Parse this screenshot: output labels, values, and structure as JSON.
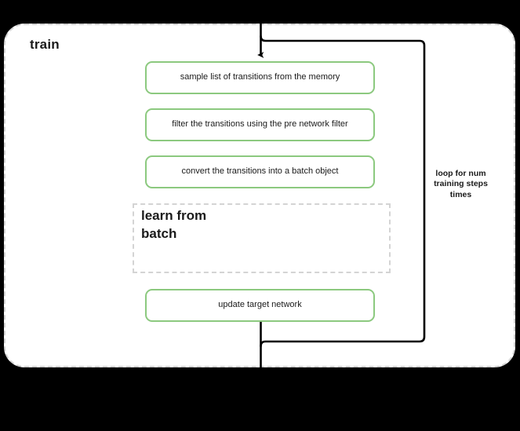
{
  "diagram": {
    "title": "train",
    "background_color": "#000000",
    "container": {
      "fill": "#ffffff",
      "border_color": "#d4d4d4",
      "border_style": "dashed"
    },
    "accent_color": "#8cc97f",
    "edge_color": "#000000",
    "steps": [
      {
        "id": "sample",
        "label": "sample list of transitions from the memory"
      },
      {
        "id": "filter",
        "label": "filter the transitions using the pre network filter"
      },
      {
        "id": "convert",
        "label": "convert the transitions into a batch object"
      },
      {
        "id": "update-target",
        "label": "update target network"
      }
    ],
    "subgraph": {
      "id": "learn-from-batch",
      "title": "learn from batch",
      "border_style": "dashed",
      "border_color": "#d4d4d4"
    },
    "loop": {
      "label": "loop for num training steps times"
    }
  }
}
